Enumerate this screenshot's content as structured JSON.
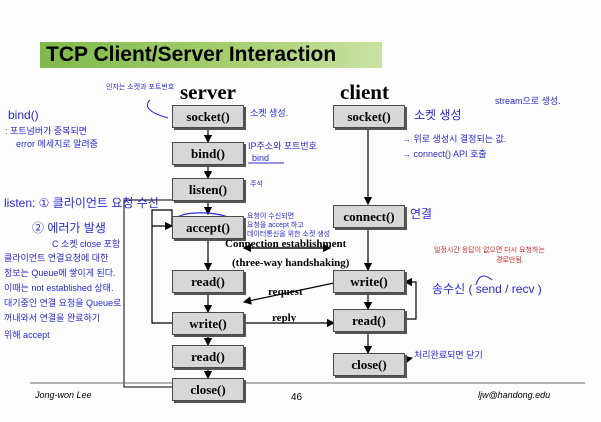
{
  "title": "TCP Client/Server Interaction",
  "columns": {
    "server": "server",
    "client": "client"
  },
  "server_boxes": [
    "socket()",
    "bind()",
    "listen()",
    "accept()",
    "read()",
    "write()",
    "read()",
    "close()"
  ],
  "client_boxes": [
    "socket()",
    "connect()",
    "write()",
    "read()",
    "close()"
  ],
  "labels": {
    "connection": "Connection establishment",
    "handshake": "(three-way handshaking)",
    "request": "request",
    "reply": "reply"
  },
  "handwriting": {
    "bind_note_1": "bind()",
    "bind_note_2": ": 포트넘버가 중복되면",
    "bind_note_3": "error 메세지로 알려줌",
    "listen_note_1": "listen: ① 클라이언트 요청 수신",
    "listen_note_2": "② 에러가 발생",
    "listen_note_3": "C 소켓 close 포함",
    "listen_note_4": "클라이언트 연결요청에 대한",
    "listen_note_5": "정보는 Queue에 쌓이게 된다.",
    "listen_note_6": "이때는 not established 상태.",
    "listen_note_7": "대기중인 연결 요청을 Queue로",
    "listen_note_8": "꺼내와서 연결을 완료하기",
    "listen_note_9": "위해 accept",
    "top_note": "인자는 소켓과 포트번호",
    "socket_server_note": "소켓 생성.",
    "bind_right_1": "IP주소와 포트번호",
    "bind_right_2": "bind",
    "listen_right": "주석",
    "accept_right_1": "요청이 수신되면",
    "accept_right_2": "요청을 accept 하고",
    "accept_right_3": "데이터통신을 위한 소켓 생성",
    "stream_note": "stream으로 생성.",
    "socket_client_note": "소켓 생성",
    "client_arrow_1": "→ 위로 생성시 결정되는 값.",
    "client_arrow_2": "→ connect() API 호출",
    "connect_note": "연결",
    "red_note_1": "일정시간 응답이 없으면 다시 요청하는",
    "red_note_2": "경로만됨.",
    "sendrecv_note": "송수신 ( send / recv )",
    "close_note": "처리완료되면 닫기"
  },
  "footer": {
    "author": "Jong-won Lee",
    "page": "46",
    "email": "ljw@handong.edu"
  }
}
